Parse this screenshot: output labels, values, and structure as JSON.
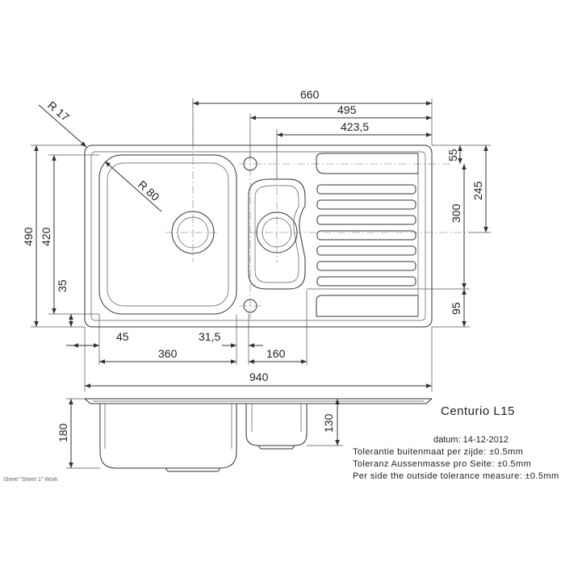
{
  "product": "Centurio L15",
  "date": "datum: 14-12-2012",
  "tolerances": [
    "Tolerantie buitenmaat per zijde: ±0.5mm",
    "Toleranz Aussenmasse pro Seite: ±0.5mm",
    "Per side the outside tolerance measure: ±0.5mm"
  ],
  "sheet_label": "Sheet \"Sheet 1\" Work",
  "dimensions": {
    "d660": "660",
    "d495": "495",
    "d423": "423,5",
    "d55": "55",
    "d245": "245",
    "d300": "300",
    "d95": "95",
    "d490": "490",
    "d420": "420",
    "d35": "35",
    "d45": "45",
    "d31": "31,5",
    "d360": "360",
    "d160": "160",
    "d940": "940",
    "d180": "180",
    "d130": "130",
    "r17": "R 17",
    "r80": "R 80"
  }
}
